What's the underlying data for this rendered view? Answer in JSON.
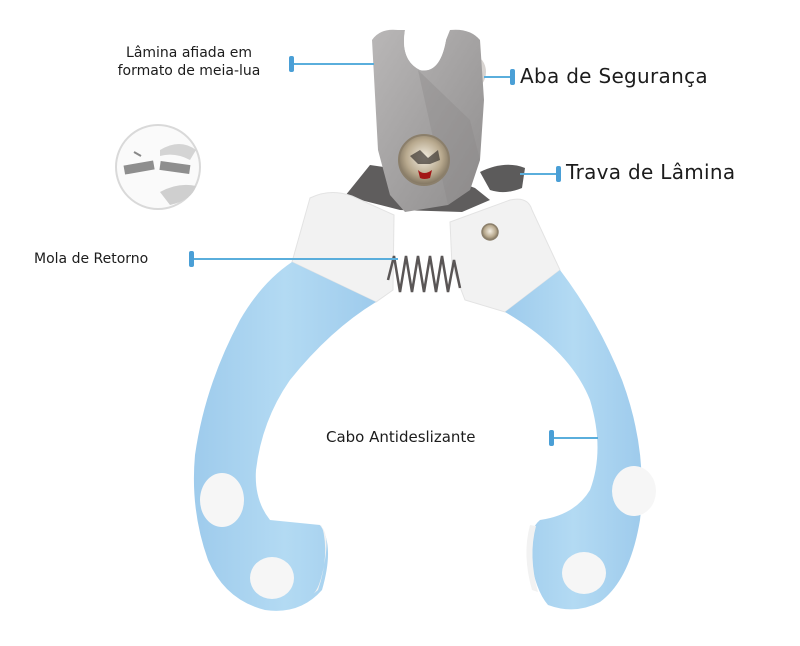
{
  "diagram": {
    "subject": "nail clipper",
    "colors": {
      "handle_blue": "#a9d4f0",
      "handle_white": "#f2f2f2",
      "blade_steel": "#9e9c9c",
      "blade_dark": "#6e6c6c",
      "leader_line": "#5aaedc",
      "text": "#1c1c1c"
    },
    "labels": [
      {
        "id": "blade",
        "text_line1": "Lâmina afiada em",
        "text_line2": "formato de meia-lua"
      },
      {
        "id": "safety-flap",
        "text": "Aba de Segurança"
      },
      {
        "id": "blade-lock",
        "text": "Trava de Lâmina"
      },
      {
        "id": "return-spring",
        "text": "Mola de Retorno"
      },
      {
        "id": "handle",
        "text": "Cabo Antideslizante"
      }
    ],
    "inset_icon": "cutting-illustration-icon"
  }
}
